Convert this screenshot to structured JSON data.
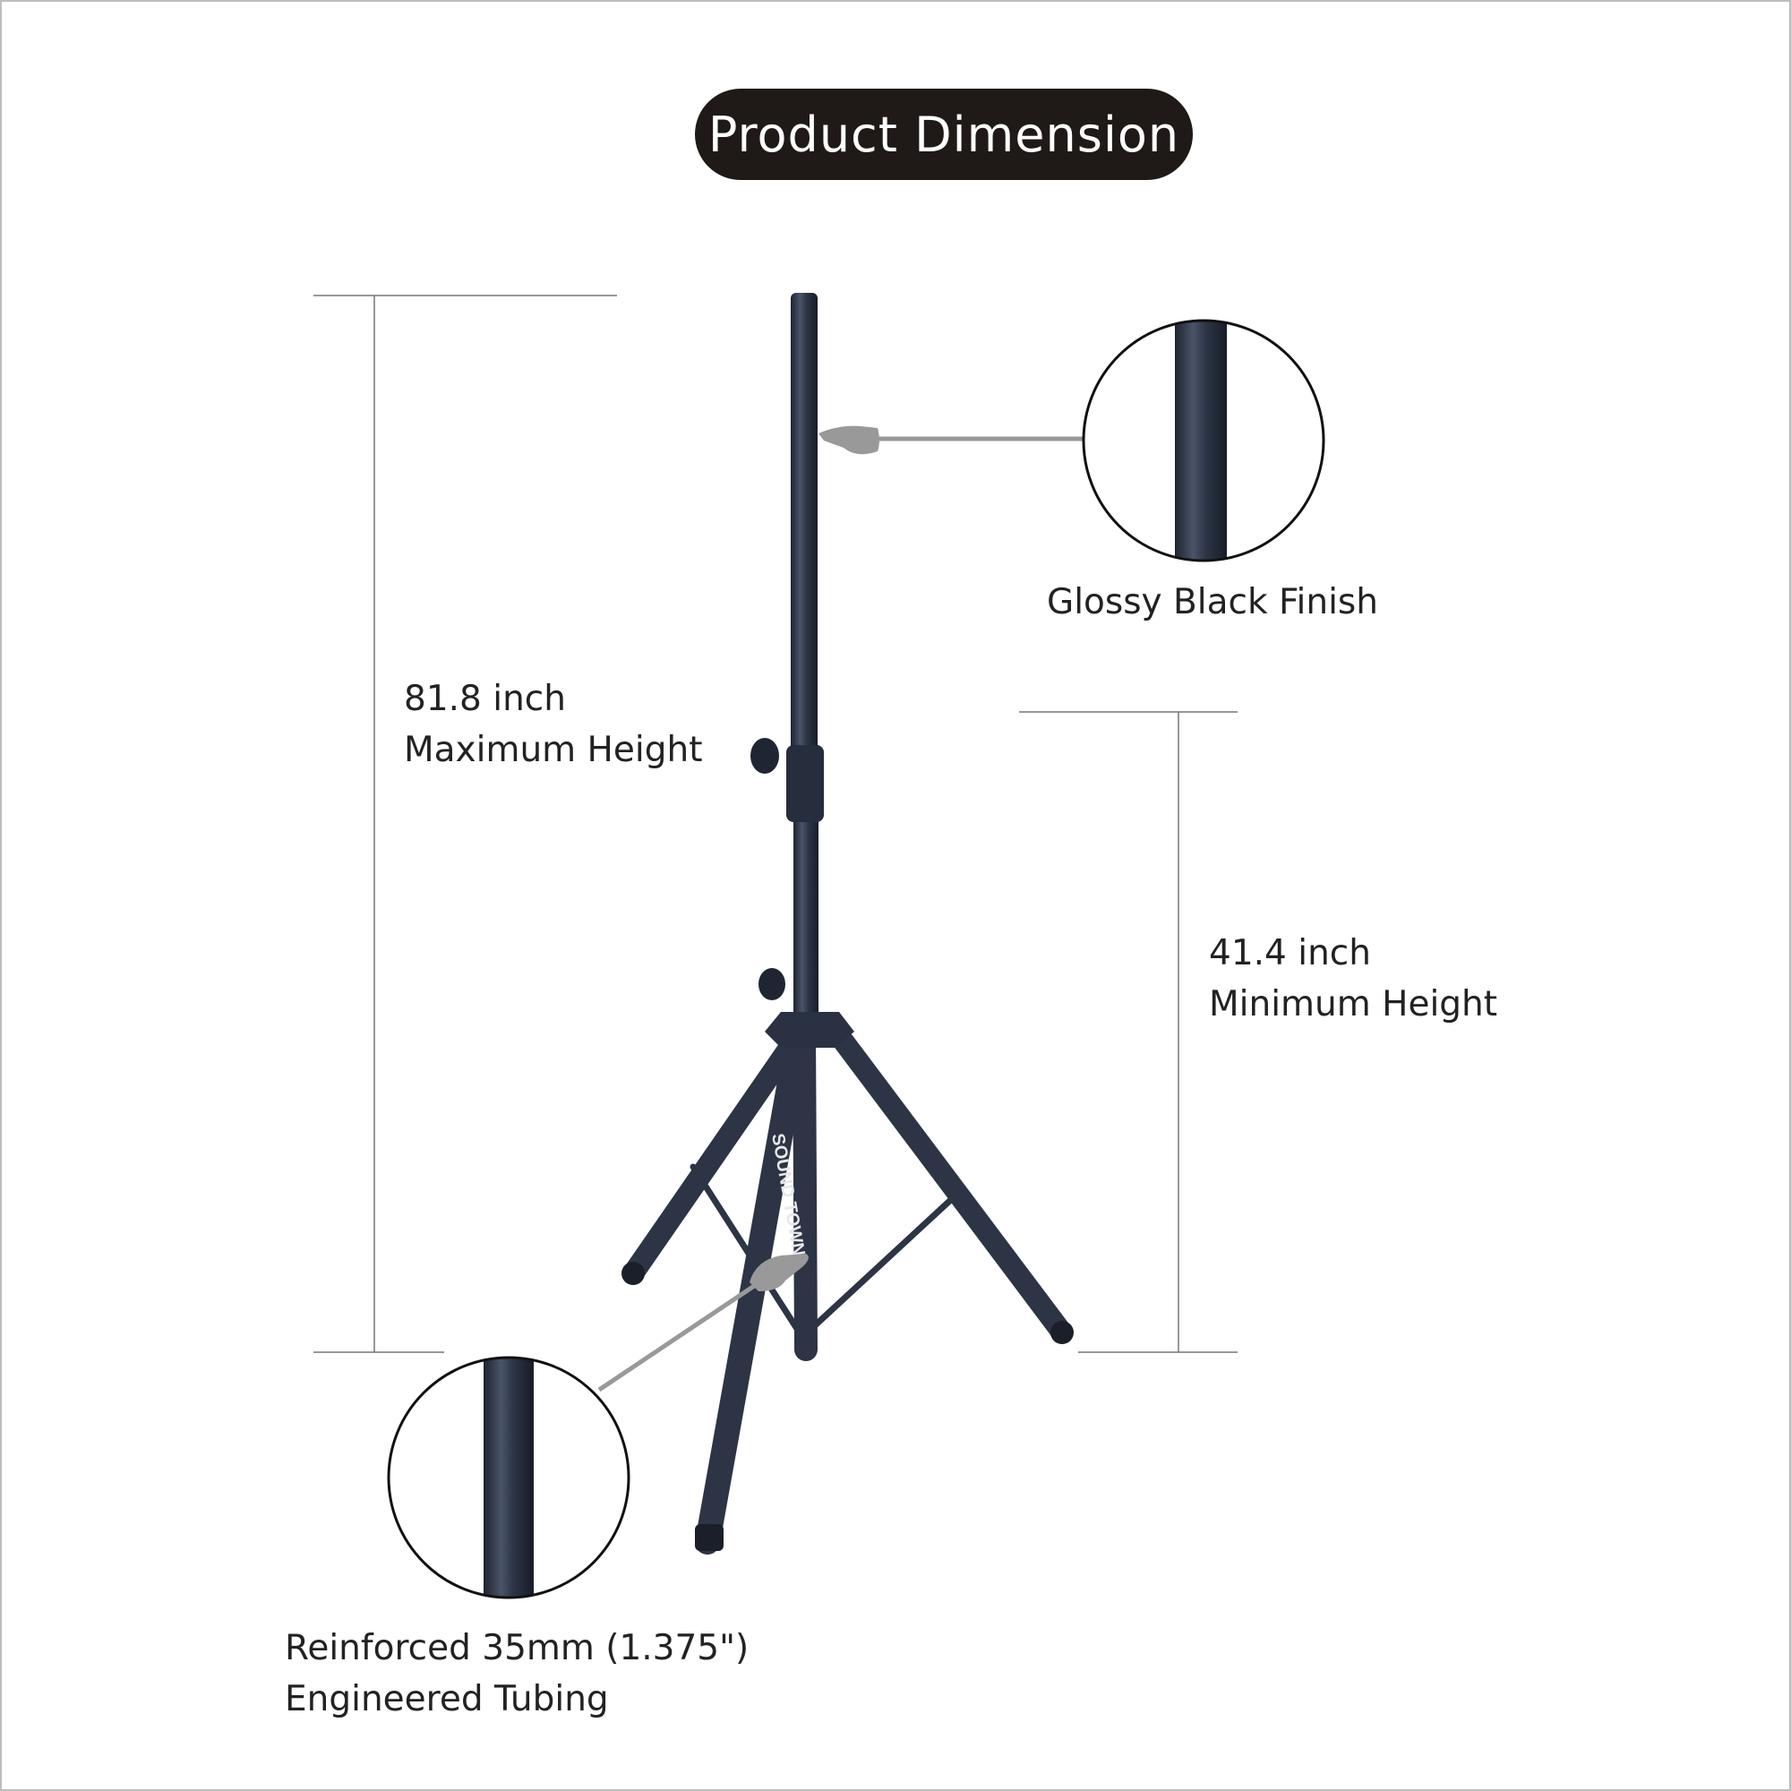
{
  "title": "Product Dimension",
  "brand": "SOUND TOWN",
  "max_height": {
    "value": "81.8 inch",
    "label": "Maximum Height"
  },
  "min_height": {
    "value": "41.4 inch",
    "label": "Minimum Height"
  },
  "finish": {
    "label": "Glossy Black Finish"
  },
  "tubing": {
    "line1": "Reinforced 35mm (1.375\")",
    "line2": "Engineered Tubing"
  },
  "colors": {
    "tube": "#2c3445",
    "pointer": "#999999",
    "title_bg": "#1f1a17"
  },
  "icons": [
    "pointing-hand-icon"
  ]
}
